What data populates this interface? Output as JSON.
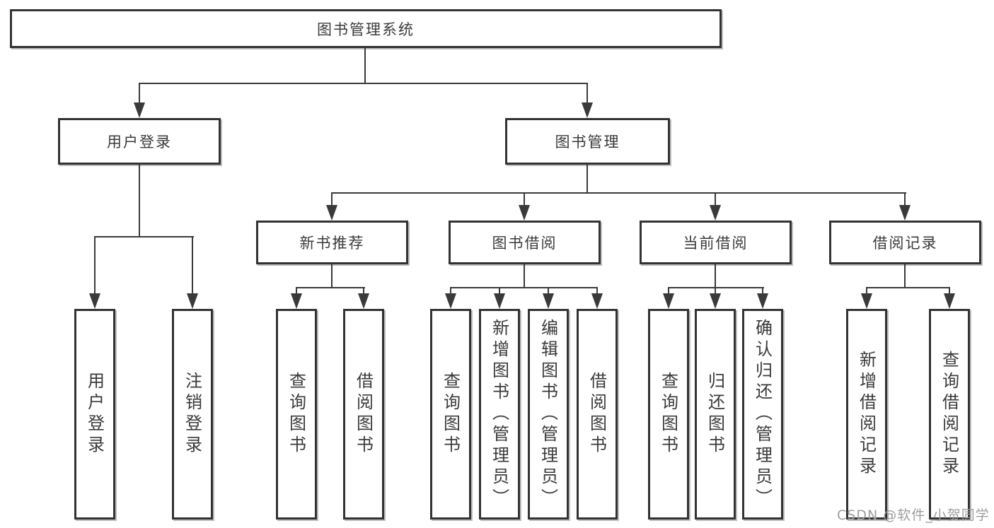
{
  "tree": {
    "root": {
      "label": "图书管理系统"
    },
    "branches": [
      {
        "label": "用户登录",
        "children": [
          {
            "label": "用户登录"
          },
          {
            "label": "注销登录"
          }
        ]
      },
      {
        "label": "图书管理",
        "children": [
          {
            "label": "新书推荐",
            "children": [
              {
                "label": "查询图书"
              },
              {
                "label": "借阅图书"
              }
            ]
          },
          {
            "label": "图书借阅",
            "children": [
              {
                "label": "查询图书"
              },
              {
                "label": "新增图书（管理员）"
              },
              {
                "label": "编辑图书（管理员）"
              },
              {
                "label": "借阅图书"
              }
            ]
          },
          {
            "label": "当前借阅",
            "children": [
              {
                "label": "查询图书"
              },
              {
                "label": "归还图书"
              },
              {
                "label": "确认归还（管理员）"
              }
            ]
          },
          {
            "label": "借阅记录",
            "children": [
              {
                "label": "新增借阅记录"
              },
              {
                "label": "查询借阅记录"
              }
            ]
          }
        ]
      }
    ]
  },
  "watermark": "CSDN @软件_小贺同学",
  "colors": {
    "line": "#3a3a3a",
    "border": "#333333",
    "text": "#3a3a3a",
    "background": "#ffffff",
    "watermark": "#9e9e9e"
  }
}
